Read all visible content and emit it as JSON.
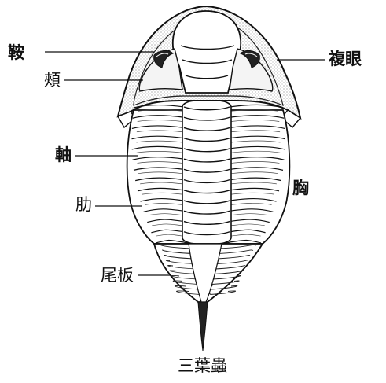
{
  "labels": {
    "saddle": "鞍",
    "cheek": "頰",
    "axis": "軸",
    "rib": "肋",
    "pygidium": "尾板",
    "compound_eye": "複眼",
    "thorax": "胸",
    "caption": "三葉蟲"
  },
  "colors": {
    "ink": "#111111",
    "paper": "#ffffff",
    "shade": "#dddddd"
  }
}
